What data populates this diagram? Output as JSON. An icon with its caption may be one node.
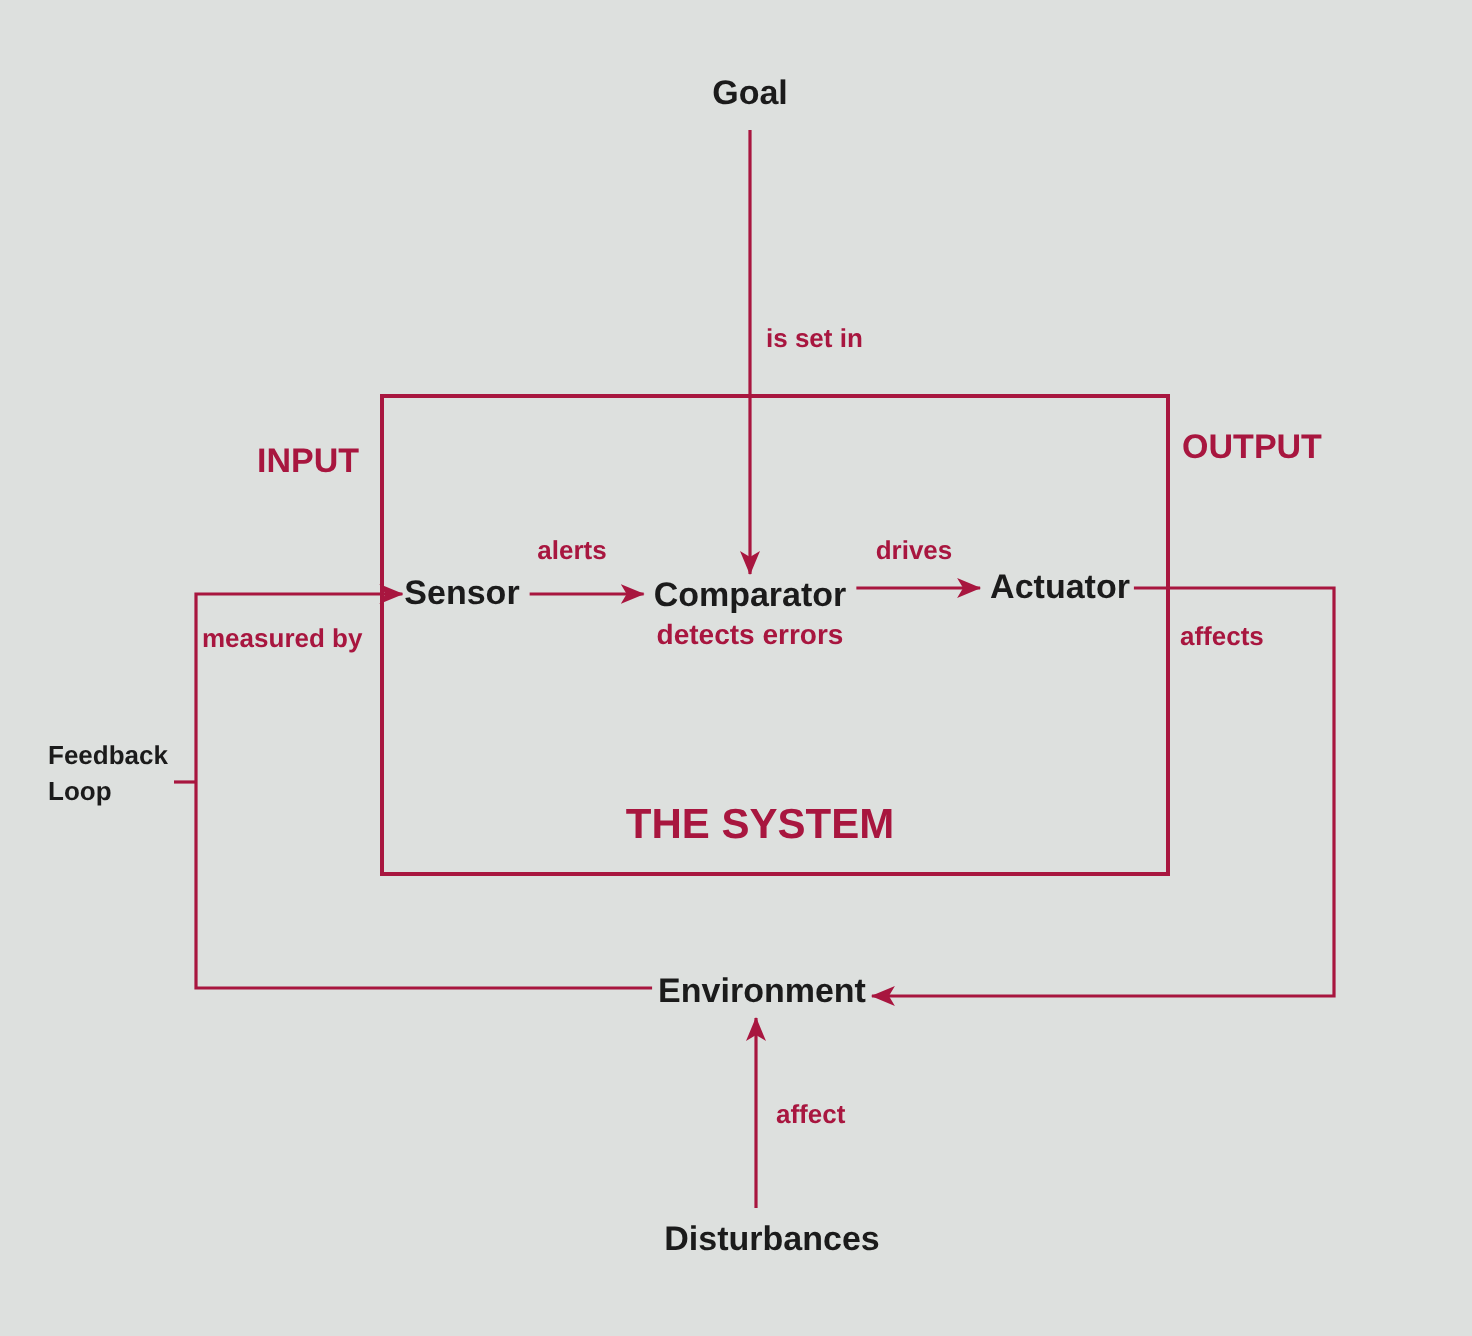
{
  "diagram": {
    "nodes": [
      {
        "text": [
          "Goal"
        ]
      },
      {
        "text": [
          "THE SYSTEM"
        ]
      },
      {
        "text": [
          "Sensor"
        ],
        "in": 1
      },
      {
        "text": [
          "Comparator",
          "detects errors"
        ],
        "in": 1
      },
      {
        "text": [
          "Actuator"
        ],
        "in": 1
      },
      {
        "text": [
          "Feedback Loop"
        ]
      },
      {
        "text": [
          "Environment"
        ]
      },
      {
        "text": [
          "Disturbances"
        ]
      }
    ],
    "edges": [
      {
        "from": 0,
        "to": 3,
        "arrow": "to",
        "label": "is set in"
      },
      {
        "from": 2,
        "to": 3,
        "arrow": "to",
        "label": "alerts"
      },
      {
        "from": 3,
        "to": 4,
        "arrow": "to",
        "label": "drives"
      },
      {
        "from": 4,
        "to": 6,
        "arrow": "to",
        "label": "affects"
      },
      {
        "from": 6,
        "to": 2,
        "arrow": "to",
        "label": "measured by"
      },
      {
        "from": 7,
        "to": 6,
        "arrow": "to",
        "label": "affect"
      },
      {
        "from": 5,
        "to": null,
        "arrow": "none"
      }
    ],
    "labels": [
      "INPUT",
      "OUTPUT"
    ]
  }
}
